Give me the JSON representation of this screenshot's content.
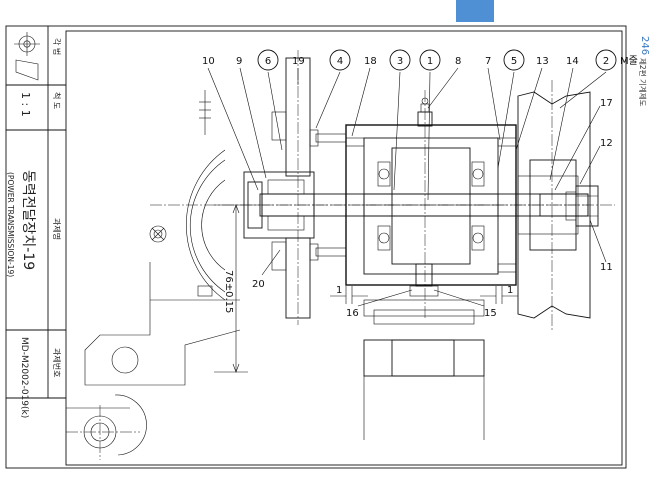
{
  "page": {
    "number": "246",
    "chapter": "제2편 기계제도",
    "tab_color": "#4f8fd4"
  },
  "title_block": {
    "projection_label": "각 법",
    "scale_label": "척 도",
    "scale_value": "1 : 1",
    "assignment_label": "과제명",
    "title_korean": "동력전달장치-19",
    "title_english": "(POWER TRANSMISSION-19)",
    "number_label": "과제번호",
    "drawing_number": "MD-M2002-019(k)"
  },
  "balloons": [
    "6",
    "4",
    "3",
    "1",
    "5",
    "2"
  ],
  "labels": {
    "n10": "10",
    "n9": "9",
    "n19": "19",
    "n18": "18",
    "n8": "8",
    "n7": "7",
    "n13": "13",
    "n14": "14",
    "m_thread": "M줄",
    "n17": "17",
    "n12": "12",
    "n11": "11",
    "n20": "20",
    "n16": "16",
    "n15": "15"
  },
  "dimensions": {
    "height": "76±0.15",
    "gap_left": "1",
    "gap_right": "1"
  }
}
